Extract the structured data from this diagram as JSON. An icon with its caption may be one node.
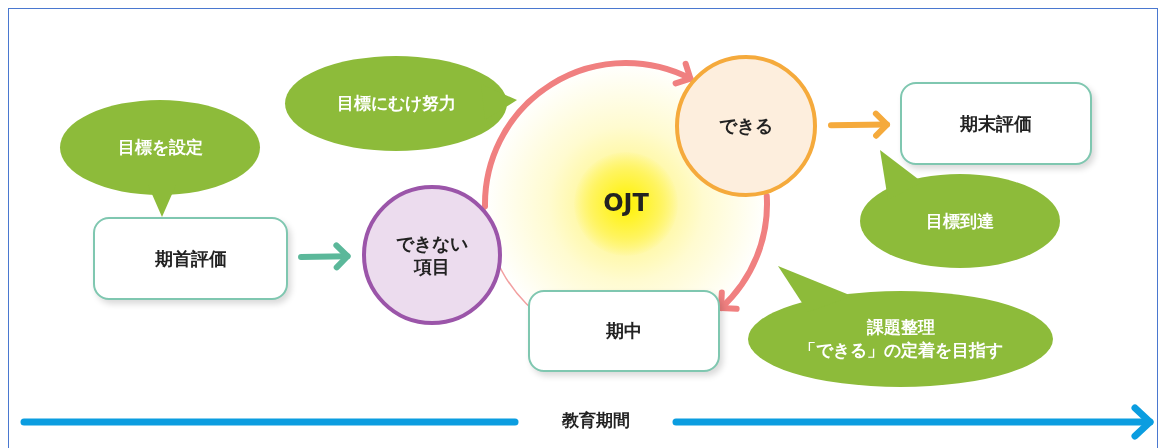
{
  "diagram": {
    "nodes": [
      {
        "text": [
          "目標を設定"
        ]
      },
      {
        "text": [
          "期首評価"
        ]
      },
      {
        "text": [
          "目標にむけ努力"
        ]
      },
      {
        "text": [
          "できない項目"
        ]
      },
      {
        "text": [
          "OJT"
        ]
      },
      {
        "text": [
          "できる"
        ]
      },
      {
        "text": [
          "期末評価"
        ]
      },
      {
        "text": [
          "目標到達"
        ]
      },
      {
        "text": [
          "期中"
        ]
      },
      {
        "text": [
          "課題整理",
          "「できる」の定着を目指す"
        ]
      }
    ],
    "edges": [
      {
        "from": 1,
        "to": 3,
        "arrow": "to",
        "color": "#5bb89a"
      },
      {
        "from": 3,
        "to": 5,
        "arrow": "to",
        "color": "#f08080"
      },
      {
        "from": 5,
        "to": 8,
        "arrow": "to",
        "color": "#f08080"
      },
      {
        "from": 5,
        "to": 6,
        "arrow": "to",
        "color": "#f5aa3c"
      }
    ],
    "labels": [
      "教育期間"
    ]
  }
}
